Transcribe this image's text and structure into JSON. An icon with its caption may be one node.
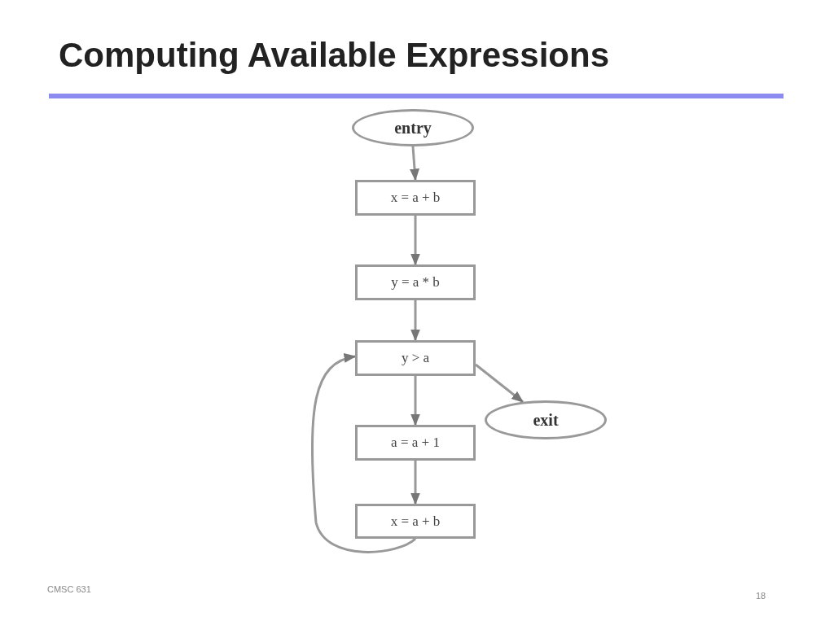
{
  "diagram": {
    "title": "Computing Available Expressions",
    "nodes": [
      {
        "text": [
          "entry"
        ]
      },
      {
        "text": [
          "x = a + b"
        ]
      },
      {
        "text": [
          "y = a * b"
        ]
      },
      {
        "text": [
          "y > a"
        ]
      },
      {
        "text": [
          "exit"
        ]
      },
      {
        "text": [
          "a = a + 1"
        ]
      },
      {
        "text": [
          "x = a + b"
        ]
      }
    ],
    "edges": [
      {
        "from": 0,
        "to": 1,
        "arrow": "to"
      },
      {
        "from": 1,
        "to": 2,
        "arrow": "to"
      },
      {
        "from": 2,
        "to": 3,
        "arrow": "to"
      },
      {
        "from": 3,
        "to": 4,
        "arrow": "to"
      },
      {
        "from": 3,
        "to": 5,
        "arrow": "to"
      },
      {
        "from": 5,
        "to": 6,
        "arrow": "to"
      },
      {
        "from": 6,
        "to": 3,
        "arrow": "to"
      }
    ],
    "labels": [
      "CMSC 631",
      "18"
    ]
  }
}
